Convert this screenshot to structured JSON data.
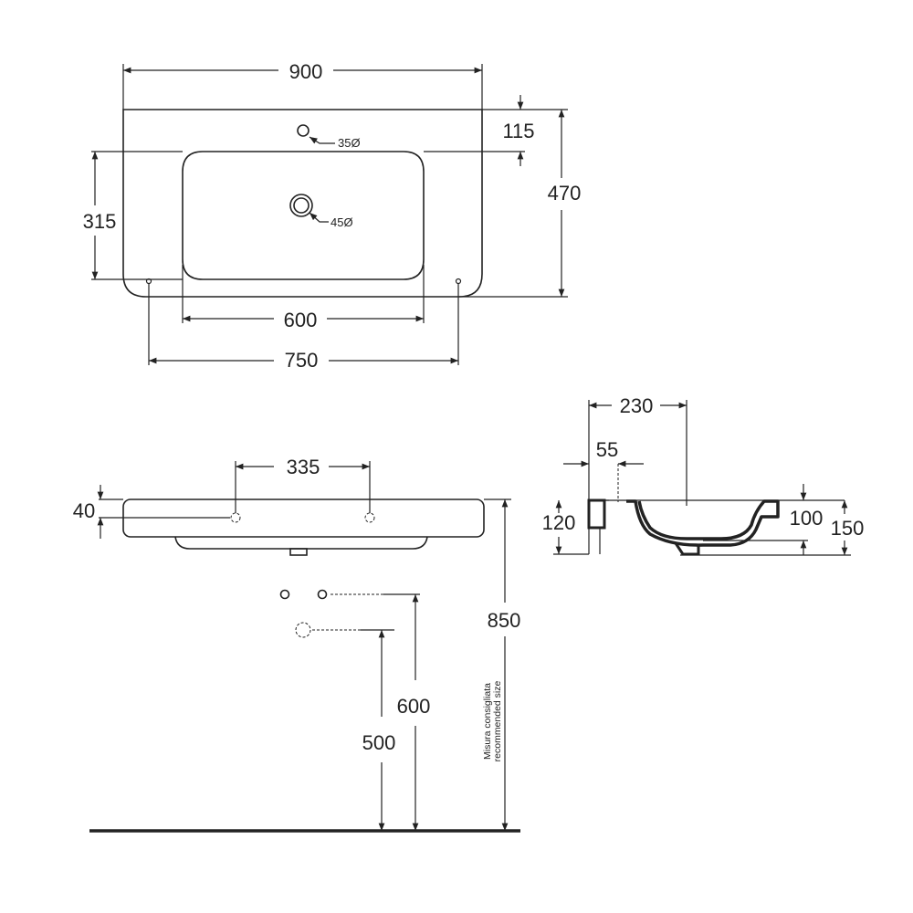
{
  "top_view": {
    "width_overall": "900",
    "tap_offset": "115",
    "depth_overall": "470",
    "basin_depth": "315",
    "basin_width": "600",
    "fixing_distance": "750",
    "tap_hole": "35Ø",
    "drain_hole": "45Ø"
  },
  "front_view": {
    "fixing_holes_distance": "335",
    "fixing_hole_height": "40",
    "recommended_height": "850",
    "supply_height": "600",
    "waste_height": "500",
    "note_line1": "Misura consigliata",
    "note_line2": "recommended size"
  },
  "side_view": {
    "drain_offset": "230",
    "tap_offset": "55",
    "rim_height": "120",
    "bowl_depth": "100",
    "total_height": "150"
  },
  "colors": {
    "line": "#222222",
    "background": "#ffffff"
  }
}
